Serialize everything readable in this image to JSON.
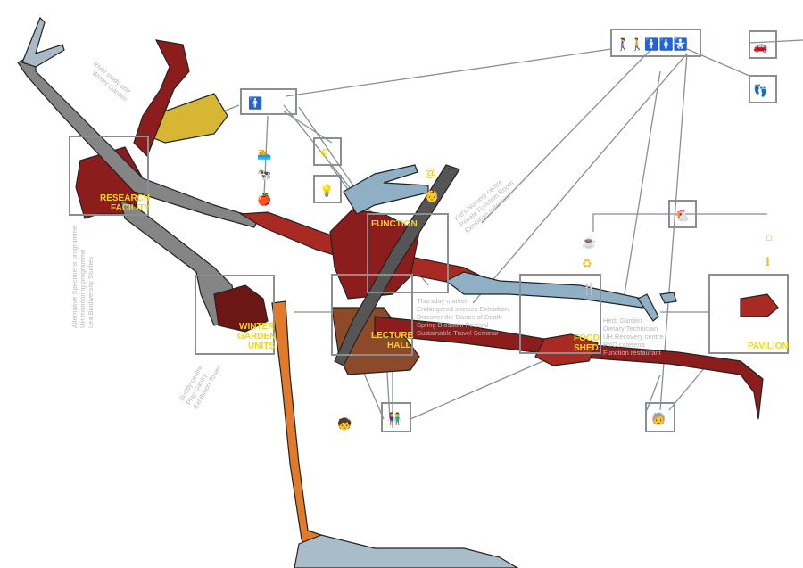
{
  "colors": {
    "dark_red": "#8b1d1d",
    "red": "#a82a22",
    "grey": "#858585",
    "blue": "#8fb0c4",
    "gold": "#d6b632",
    "orange": "#e27a2a",
    "brown": "#8c4a2a",
    "charcoal": "#555555",
    "yellow_label": "#f2d61a",
    "line": "#8a8f92"
  },
  "nodes": {
    "research": {
      "label_1": "RESEARCH",
      "label_2": "FACILITY",
      "notes": [
        "Alternative Specimens programme",
        "UH monitoring programme",
        "Lea Biodiversity Studies"
      ],
      "top_note": [
        "River study unit",
        "Winter Garden"
      ]
    },
    "winter": {
      "label_1": "WINTER",
      "label_2": "GARDEN",
      "label_3": "UNITS",
      "notes": [
        "Buddy centre",
        "Play Gantry",
        "Exhibition Tower"
      ]
    },
    "function": {
      "label": "FUNCTION",
      "notes": [
        "Kid's Nursery centre",
        "Private Function Room",
        "Exhibition extension"
      ]
    },
    "lecture": {
      "label_1": "LECTURE",
      "label_2": "HALL",
      "notes": [
        "Thursday market",
        "Endangered species Exhibition",
        "Discover the Dance of Death",
        "Spring Blossom Festival",
        "Sustainable Travel Seminar"
      ]
    },
    "food": {
      "label_1": "FOOD",
      "label_2": "SHED",
      "notes": [
        "Herb Garden",
        "Dietary Technician",
        "UH Recovery centre",
        "PYO cafeteria",
        "Function restaurant"
      ]
    },
    "pavilion": {
      "label": "PAVILION"
    }
  },
  "icons": {
    "users_group": "🚶‍♀🚶🚹🚺🚼",
    "car": "🚗",
    "footprints": "👣",
    "person": "🚹",
    "euro": "€",
    "bulb": "💡",
    "at": "@",
    "baby": "👶",
    "swim": "🏊",
    "cow": "🐄",
    "apple": "🍎",
    "hen": "🐔",
    "cup": "☕",
    "recycle": "♻",
    "cutlery": "🍴",
    "info": "ℹ",
    "home": "⌂",
    "couple": "👫",
    "elder": "🧓",
    "kids": "🧒"
  }
}
